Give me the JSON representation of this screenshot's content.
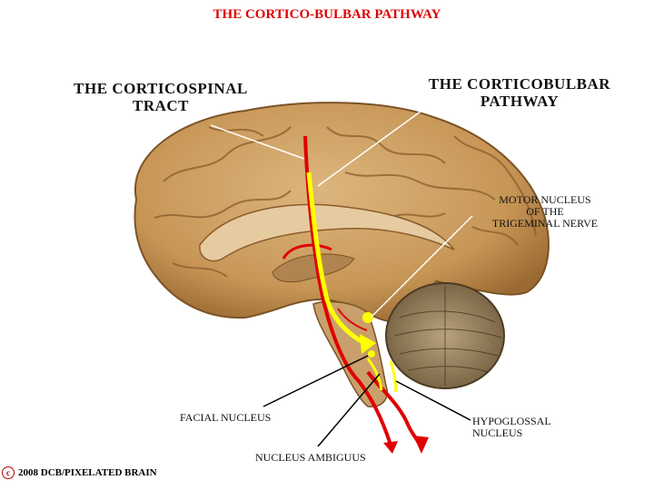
{
  "title": "THE CORTICO-BULBAR PATHWAY",
  "labels": {
    "corticospinal": [
      "THE CORTICOSPINAL",
      "TRACT"
    ],
    "corticobulbar": [
      "THE CORTICOBULBAR",
      "PATHWAY"
    ],
    "trigeminal": [
      "MOTOR NUCLEUS",
      "OF THE",
      "TRIGEMINAL NERVE"
    ],
    "facial": "FACIAL NUCLEUS",
    "ambiguus": "NUCLEUS AMBIGUUS",
    "hypoglossal": [
      "HYPOGLOSSAL",
      "NUCLEUS"
    ]
  },
  "copyright": {
    "symbol": "c",
    "text": "2008  DCB/PIXELATED BRAIN"
  },
  "colors": {
    "title": "#e00000",
    "corticospinal_tract": "#e00000",
    "corticobulbar_pathway": "#ffff00",
    "brain_tissue": "#c99a5b"
  }
}
